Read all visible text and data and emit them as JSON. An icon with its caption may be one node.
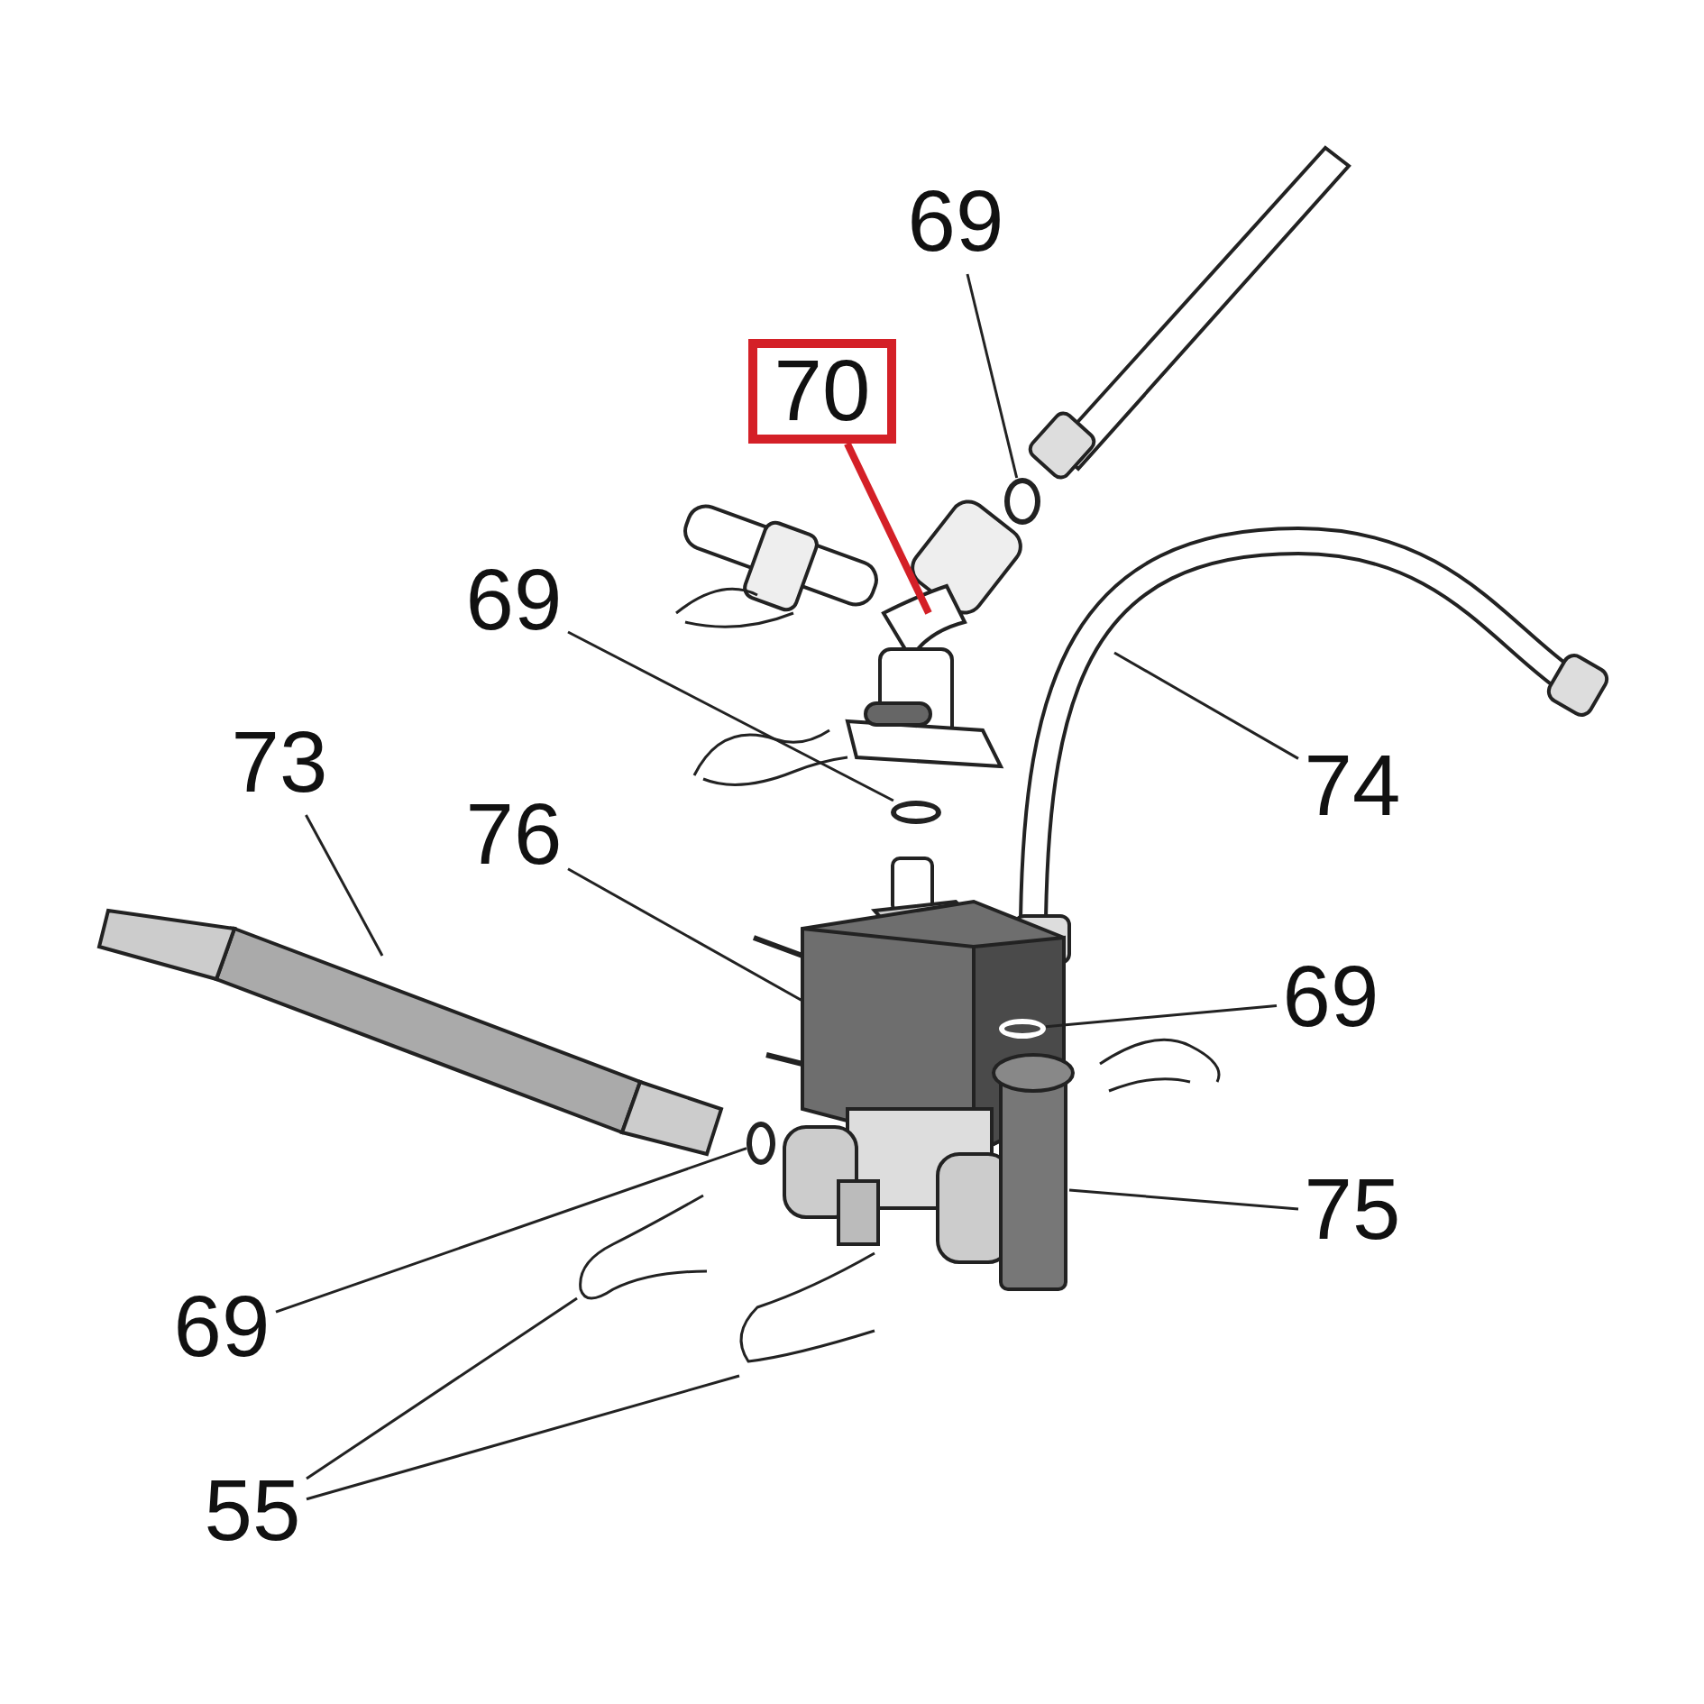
{
  "diagram": {
    "nodes": [
      {
        "text": [
          "69"
        ]
      },
      {
        "text": [
          "70"
        ]
      },
      {
        "text": [
          "69"
        ]
      },
      {
        "text": [
          "73"
        ]
      },
      {
        "text": [
          "76"
        ]
      },
      {
        "text": [
          "74"
        ]
      },
      {
        "text": [
          "69"
        ]
      },
      {
        "text": [
          "75"
        ]
      },
      {
        "text": [
          "69"
        ]
      },
      {
        "text": [
          "55"
        ]
      },
      {
        "text": [],
        "shape": "circle"
      },
      {
        "text": [],
        "shape": "circle"
      },
      {
        "text": [],
        "shape": "circle"
      },
      {
        "text": [],
        "shape": "circle"
      }
    ],
    "edges": [
      {
        "from": 0,
        "to": 10,
        "arrow": "none"
      },
      {
        "from": 1,
        "to": null,
        "arrow": "none",
        "style": "thick",
        "color": "#d42027"
      },
      {
        "from": 2,
        "to": 11,
        "arrow": "none"
      },
      {
        "from": 3,
        "to": null,
        "arrow": "none"
      },
      {
        "from": 4,
        "to": null,
        "arrow": "none"
      },
      {
        "from": 5,
        "to": null,
        "arrow": "none"
      },
      {
        "from": 6,
        "to": 12,
        "arrow": "none"
      },
      {
        "from": 7,
        "to": null,
        "arrow": "none"
      },
      {
        "from": 8,
        "to": 13,
        "arrow": "none"
      },
      {
        "from": 9,
        "to": null,
        "arrow": "none"
      },
      {
        "from": 9,
        "to": null,
        "arrow": "none"
      }
    ]
  }
}
